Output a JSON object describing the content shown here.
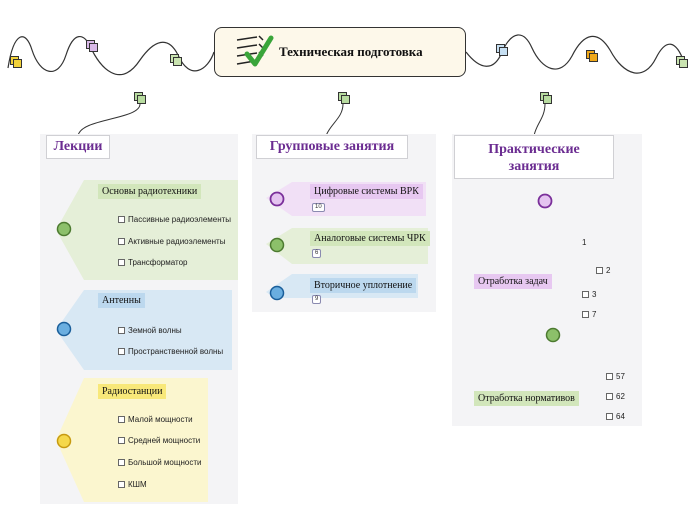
{
  "title": "Техническая  подготовка",
  "columns": {
    "lectures": {
      "header": "Лекции",
      "topics": [
        {
          "label": "Основы радиотехники",
          "color": "#dcebc8",
          "items": [
            "Пассивные радиоэлементы",
            "Активные радиоэлементы",
            "Трансформатор"
          ]
        },
        {
          "label": "Антенны",
          "color": "#cde3f2",
          "items": [
            "Земной волны",
            "Пространственной волны"
          ]
        },
        {
          "label": "Радиостанции",
          "color": "#fbf0a6",
          "items": [
            "Малой мощности",
            "Средней мощности",
            "Большой мощности",
            "КШМ"
          ]
        }
      ]
    },
    "group": {
      "header": "Групповые занятия",
      "topics": [
        {
          "label": "Цифровые системы ВРК",
          "badge": "10",
          "color": "#ebcdf2"
        },
        {
          "label": "Аналоговые системы ЧРК",
          "badge": "6",
          "color": "#dcebc8"
        },
        {
          "label": "Вторичное уплотнение",
          "badge": "9",
          "color": "#cde3f2"
        }
      ]
    },
    "practical": {
      "header_line1": "Практические",
      "header_line2": "занятия",
      "topics": [
        {
          "label": "Отработка задач",
          "color": "#ebcdf2",
          "items": [
            "1",
            "2",
            "3",
            "7"
          ]
        },
        {
          "label": "Отработка нормативов",
          "color": "#dcebc8",
          "items": [
            "57",
            "62",
            "64"
          ]
        }
      ]
    }
  }
}
